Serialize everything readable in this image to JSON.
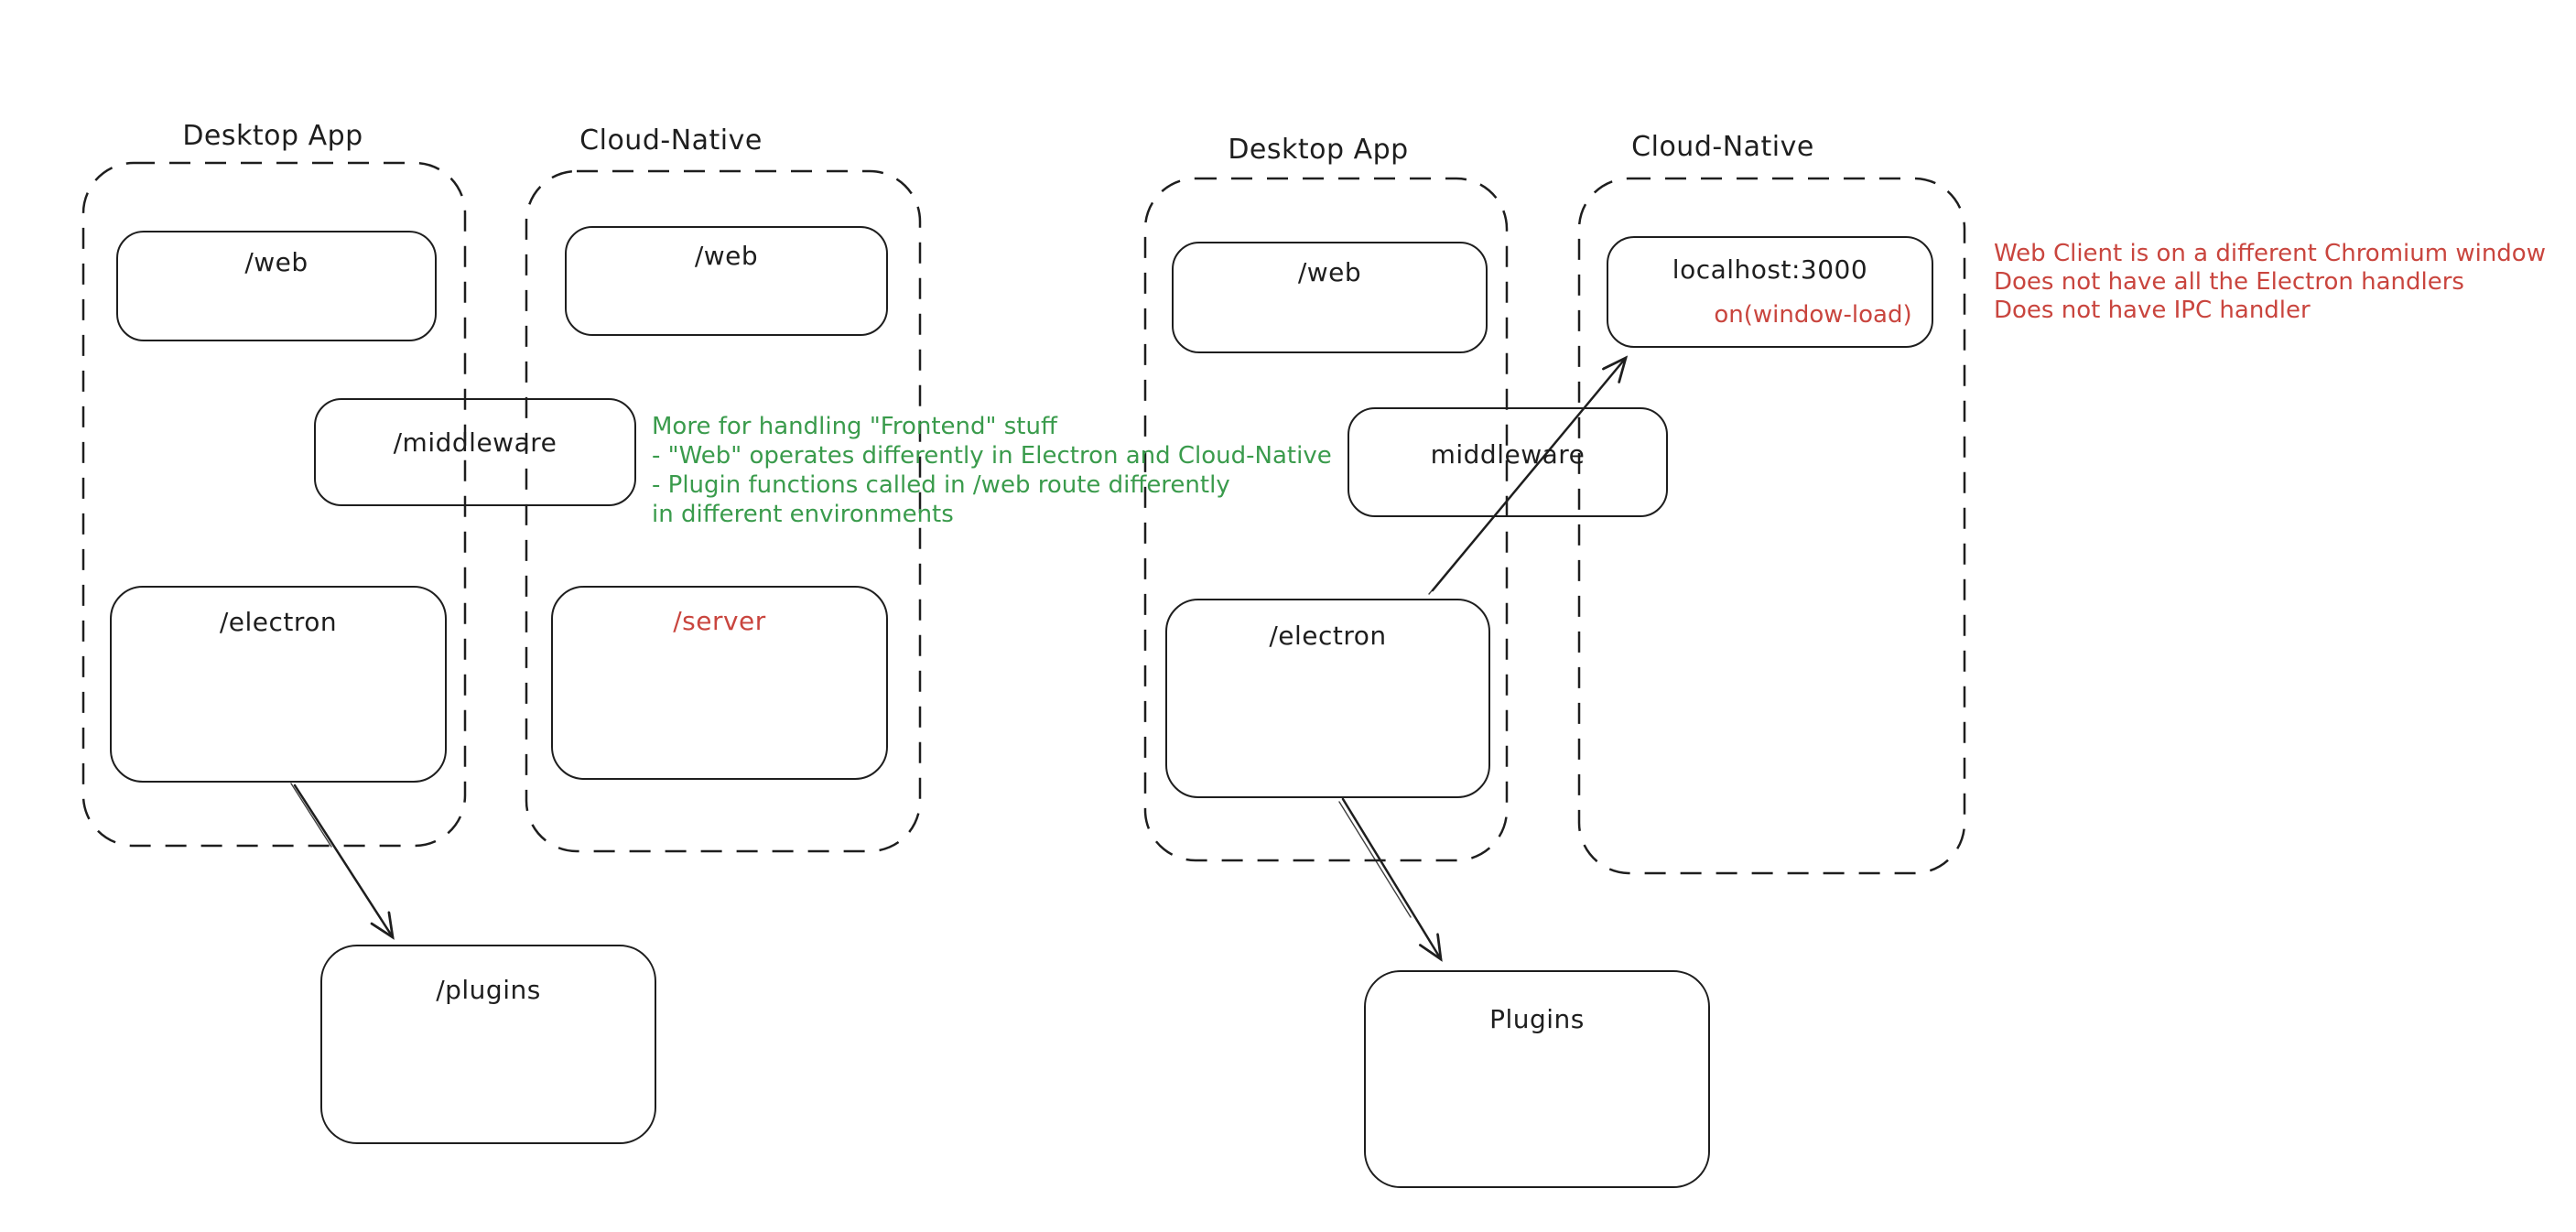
{
  "colors": {
    "ink": "#1e1e1e",
    "green": "#3a9b4c",
    "red": "#c9453e",
    "background": "#ffffff"
  },
  "left_diagram": {
    "desktop_container": {
      "title": "Desktop App",
      "web_box": "/web",
      "electron_box": "/electron"
    },
    "cloud_container": {
      "title": "Cloud-Native",
      "web_box": "/web",
      "server_box": "/server"
    },
    "middleware_box": "/middleware",
    "plugins_box": "/plugins"
  },
  "right_diagram": {
    "desktop_container": {
      "title": "Desktop App",
      "web_box": "/web",
      "electron_box": "/electron"
    },
    "cloud_container": {
      "title": "Cloud-Native",
      "localhost_box": "localhost:3000",
      "on_window_load": "on(window-load)"
    },
    "middleware_box": "middleware",
    "plugins_box": "Plugins"
  },
  "notes": {
    "frontend_note_green": [
      "More for handling \"Frontend\" stuff",
      "- \"Web\" operates differently in Electron and Cloud-Native",
      "- Plugin functions called in /web route differently",
      "in different environments"
    ],
    "web_client_note_red": [
      "Web Client is on a different Chromium window",
      "Does not have all the Electron handlers",
      "Does not have IPC handler"
    ]
  }
}
